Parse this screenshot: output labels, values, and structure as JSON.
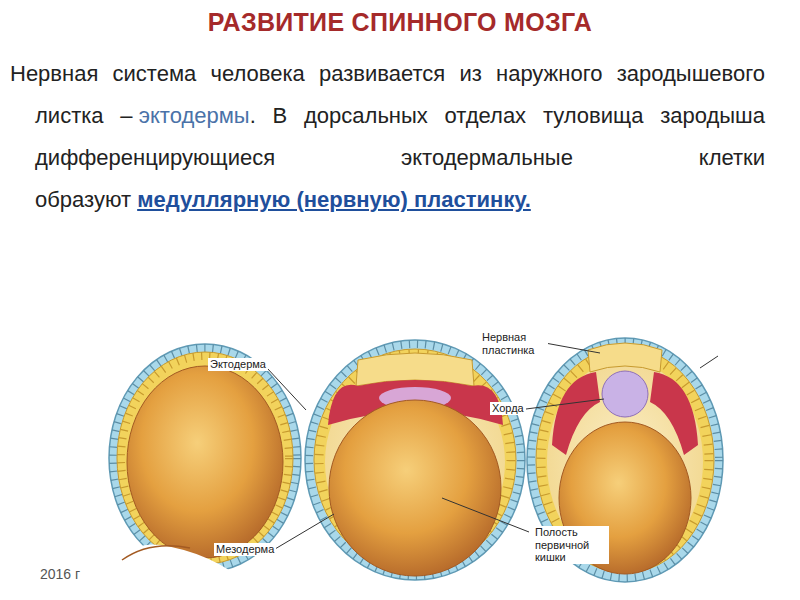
{
  "diagram": {
    "title": "РАЗВИТИЕ СПИННОГО МОЗГА",
    "labels": [
      "Нервная система человека развивается из наружного зародышевого листка –",
      "эктодермы",
      ". В дорсальных отделах туловища зародыша дифференцирующиеся эктодермальные клетки образуют",
      "медуллярную (нервную) пластинку.",
      "Эктодерма",
      "Нервная пластинка",
      "Хорда",
      "Мезодерма",
      "Полость первичной кишки",
      "2016 г"
    ]
  }
}
